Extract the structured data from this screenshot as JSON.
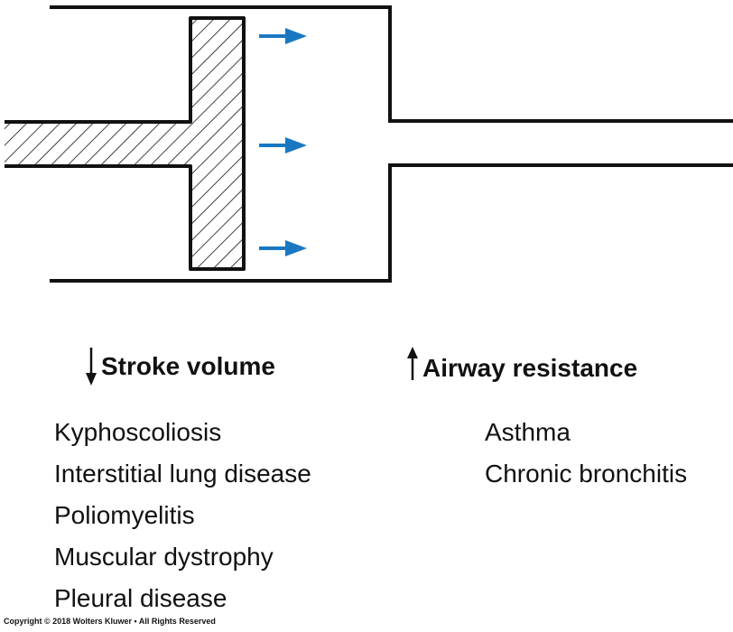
{
  "colors": {
    "line": "#111111",
    "arrow": "#1a78c2"
  },
  "stroke_volume": {
    "direction": "down",
    "label": "Stroke volume",
    "conditions": [
      "Kyphoscoliosis",
      "Interstitial lung disease",
      "Poliomyelitis",
      "Muscular dystrophy",
      "Pleural disease"
    ]
  },
  "airway_resistance": {
    "direction": "up",
    "label": "Airway resistance",
    "conditions": [
      "Asthma",
      "Chronic bronchitis"
    ]
  },
  "copyright": "Copyright © 2018 Wolters Kluwer • All Rights Reserved"
}
